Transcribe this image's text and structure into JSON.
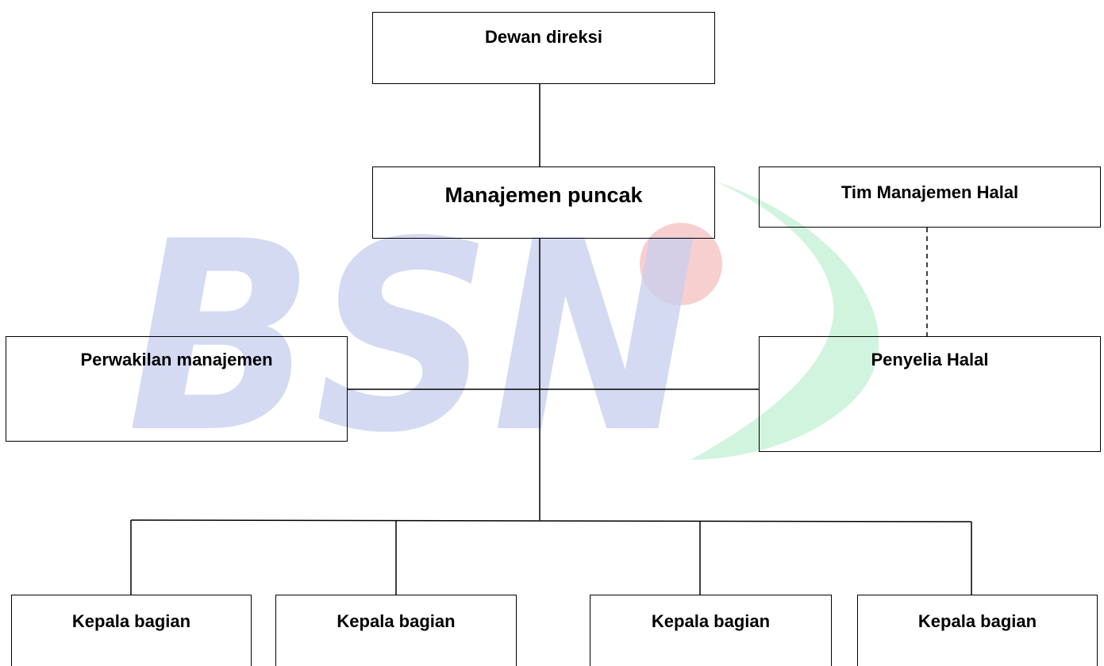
{
  "diagram": {
    "nodes": {
      "dewan_direksi": "Dewan direksi",
      "manajemen_puncak": "Manajemen puncak",
      "tim_manajemen_halal": "Tim Manajemen Halal",
      "perwakilan_manajemen": "Perwakilan manajemen",
      "penyelia_halal": "Penyelia Halal",
      "kepala_bagian": [
        "Kepala bagian",
        "Kepala bagian",
        "Kepala bagian",
        "Kepala bagian"
      ]
    },
    "edges": [
      {
        "from": "Dewan direksi",
        "to": "Manajemen puncak",
        "style": "solid"
      },
      {
        "from": "Manajemen puncak",
        "to": "Perwakilan manajemen",
        "style": "solid"
      },
      {
        "from": "Manajemen puncak",
        "to": "Penyelia Halal",
        "style": "solid"
      },
      {
        "from": "Tim Manajemen Halal",
        "to": "Penyelia Halal",
        "style": "dashed"
      },
      {
        "from": "Manajemen puncak",
        "to": "Kepala bagian",
        "style": "solid"
      }
    ]
  },
  "watermark": {
    "logo": "BSN",
    "colors": {
      "letters": "#c8cef0",
      "dot": "#f7c7c7",
      "swoosh": "#c9f2d8"
    }
  },
  "colors": {
    "line": "#000000",
    "text": "#000000",
    "background": "#ffffff"
  }
}
